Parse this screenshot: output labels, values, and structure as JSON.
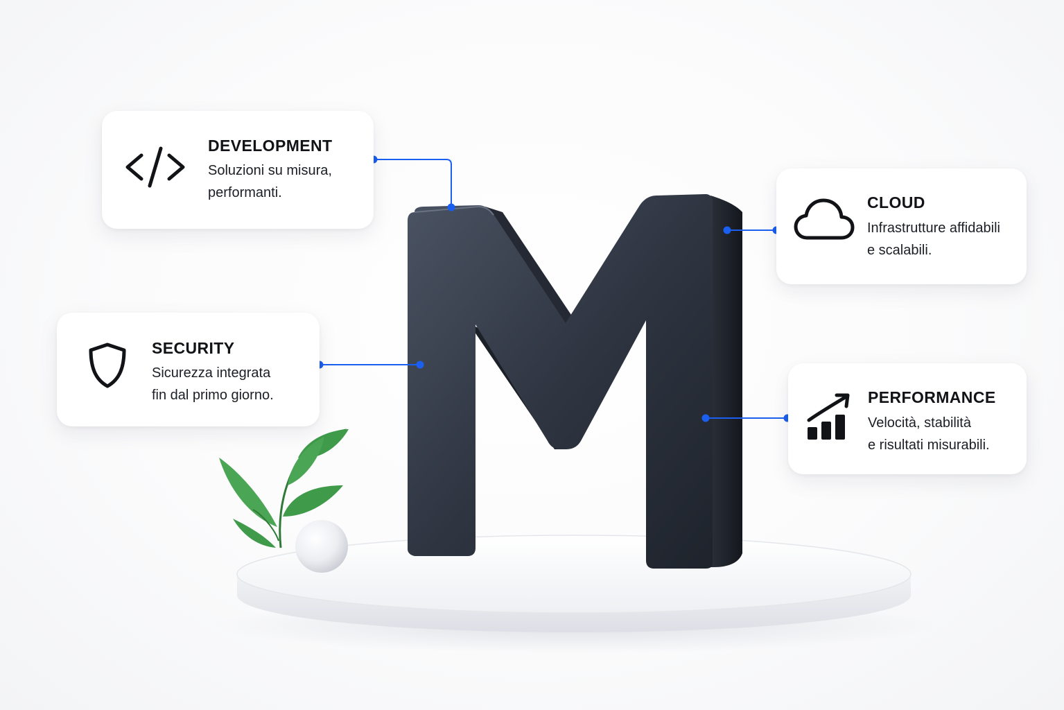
{
  "cards": {
    "development": {
      "title": "DEVELOPMENT",
      "line1": "Soluzioni su misura,",
      "line2": "performanti.",
      "icon": "code-icon"
    },
    "security": {
      "title": "SECURITY",
      "line1": "Sicurezza integrata",
      "line2": "fin dal primo giorno.",
      "icon": "shield-icon"
    },
    "cloud": {
      "title": "CLOUD",
      "line1": "Infrastrutture affidabili",
      "line2": "e scalabili.",
      "icon": "cloud-icon"
    },
    "performance": {
      "title": "PERFORMANCE",
      "line1": "Velocità, stabilità",
      "line2": "e risultati misurabili.",
      "icon": "growth-chart-icon"
    }
  },
  "colors": {
    "connector": "#1a5ff0",
    "letter": "#2f3541",
    "card_text": "#111317",
    "leaf": "#3f9a4a"
  }
}
